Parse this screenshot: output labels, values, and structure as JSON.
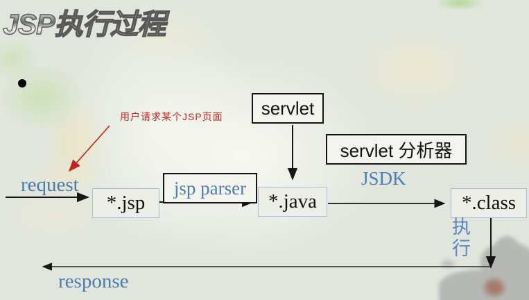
{
  "slide": {
    "title": "JSP执行过程",
    "annotation": "用户请求某个JSP页面"
  },
  "nodes": {
    "servlet": "servlet",
    "servlet_analyzer": "servlet 分析器",
    "jsp_parser": "jsp parser",
    "jsp_file": "*.jsp",
    "java_file": "*.java",
    "class_file": "*.class"
  },
  "labels": {
    "request": "request",
    "jsdk": "JSDK",
    "execute": "执行",
    "response": "response"
  },
  "colors": {
    "accent_blue": "#4e7ab2",
    "annotation_red": "#c42420",
    "blue_box_border": "#a9bcd8",
    "black_box_border": "#151515",
    "background_base": "#e1e6dd",
    "landmass_gray": "#b6b8b5"
  }
}
